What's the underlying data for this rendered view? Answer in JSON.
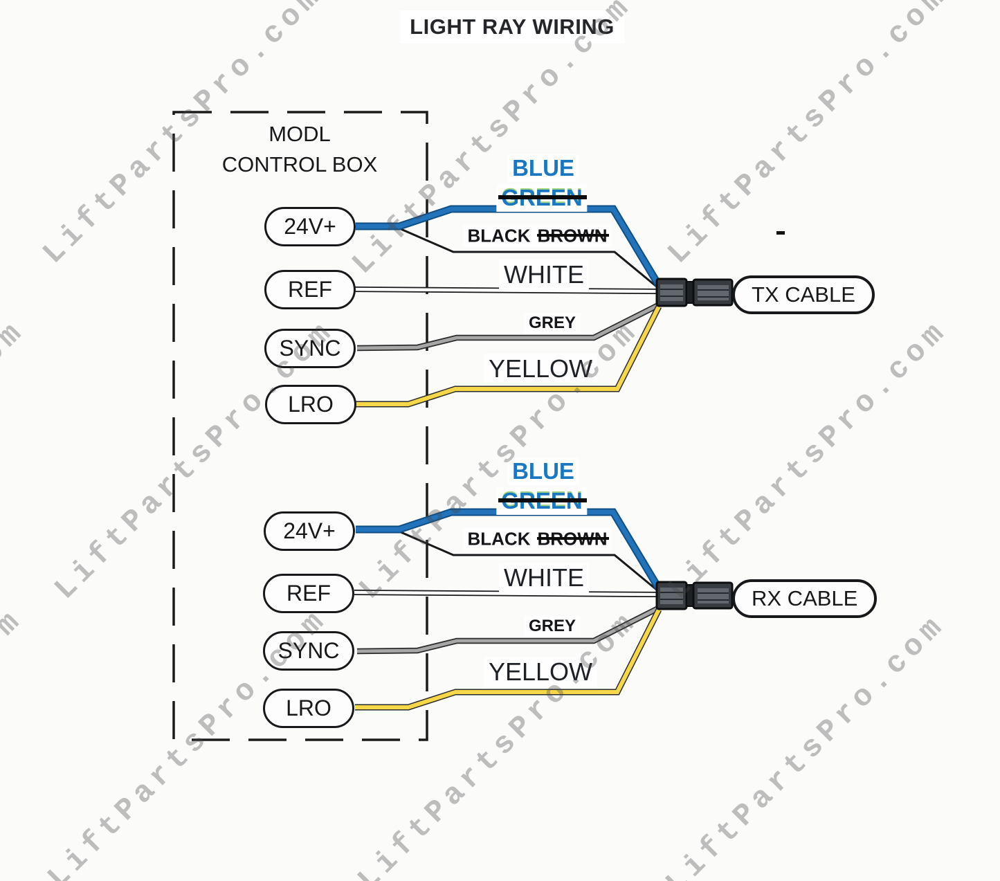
{
  "title": "LIGHT RAY WIRING",
  "watermark": {
    "text": "LiftPartsPro.com"
  },
  "control_box": {
    "line1": "MODL",
    "line2": "CONTROL BOX"
  },
  "terminals": {
    "power": "24V+",
    "ref": "REF",
    "sync": "SYNC",
    "lro": "LRO"
  },
  "wire_labels": {
    "blue": "BLUE",
    "green": "GREEN",
    "black": "BLACK",
    "brown": "BROWN",
    "white": "WHITE",
    "grey": "GREY",
    "yellow": "YELLOW"
  },
  "cables": {
    "tx": "TX CABLE",
    "rx": "RX CABLE"
  },
  "colors": {
    "wire_blue": "#2273b9",
    "wire_blue_edge": "#0f4f86",
    "wire_yellow": "#f6d74a",
    "wire_grey": "#a6a6a6",
    "wire_black": "#17181a",
    "wire_white": "#ffffff",
    "label_blue": "#1a78c2",
    "connector": "#383c41"
  }
}
